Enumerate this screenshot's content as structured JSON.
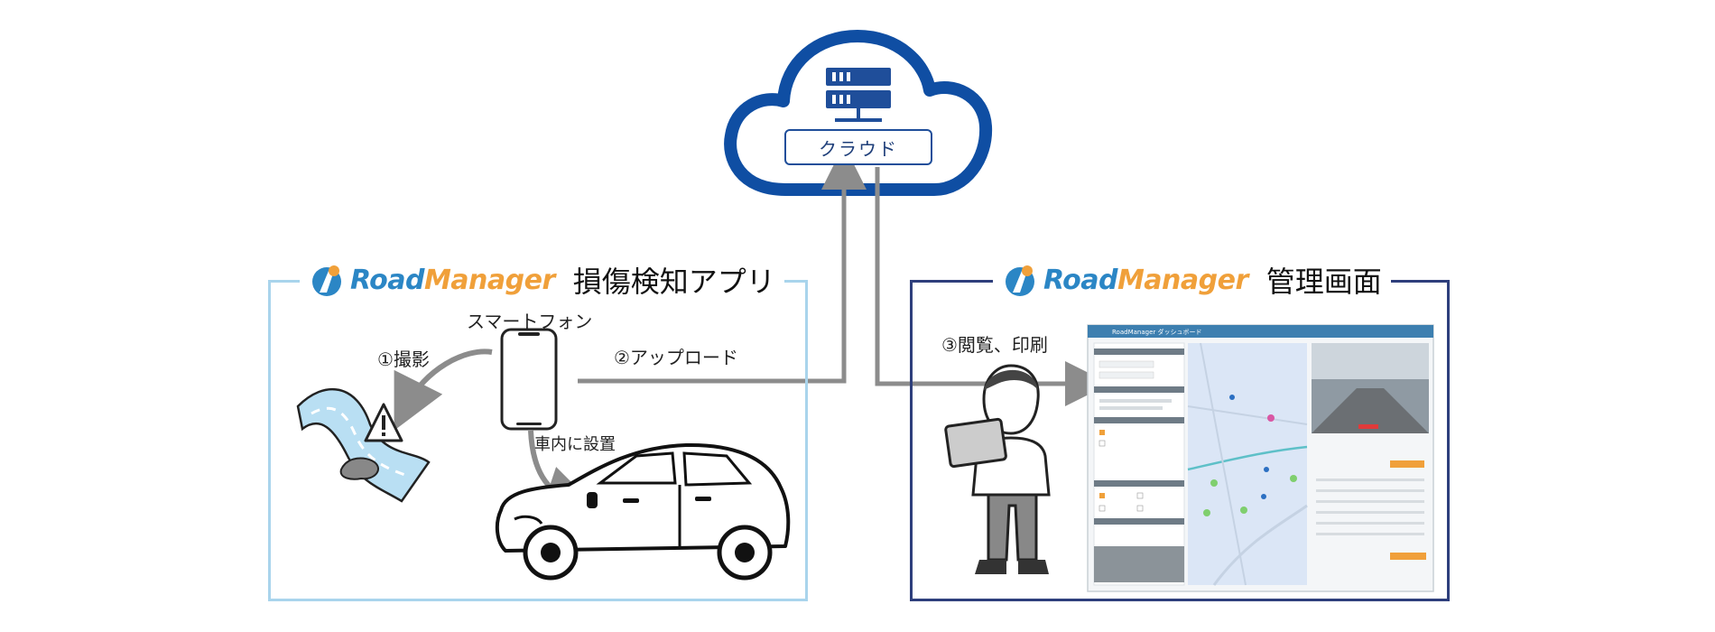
{
  "cloud": {
    "label": "クラウド",
    "icon": "server-icon"
  },
  "left_panel": {
    "logo": {
      "road": "Road",
      "manager": "Manager"
    },
    "title": "損傷検知アプリ",
    "device_label": "スマートフォン",
    "step1": "①撮影",
    "step2": "②アップロード",
    "install_label": "車内に設置"
  },
  "right_panel": {
    "logo": {
      "road": "Road",
      "manager": "Manager"
    },
    "title": "管理画面",
    "step3": "③閲覧、印刷",
    "dashboard": {
      "app_title": "RoadManager ダッシュボード"
    }
  },
  "colors": {
    "cloud_blue": "#0f4ea3",
    "arrow_gray": "#8c8c8c",
    "left_frame": "#a9d4ec",
    "right_frame": "#2e3f7c",
    "logo_blue": "#2b86c5",
    "logo_orange": "#f0a03a",
    "dashboard_header": "#3d7fb0"
  }
}
